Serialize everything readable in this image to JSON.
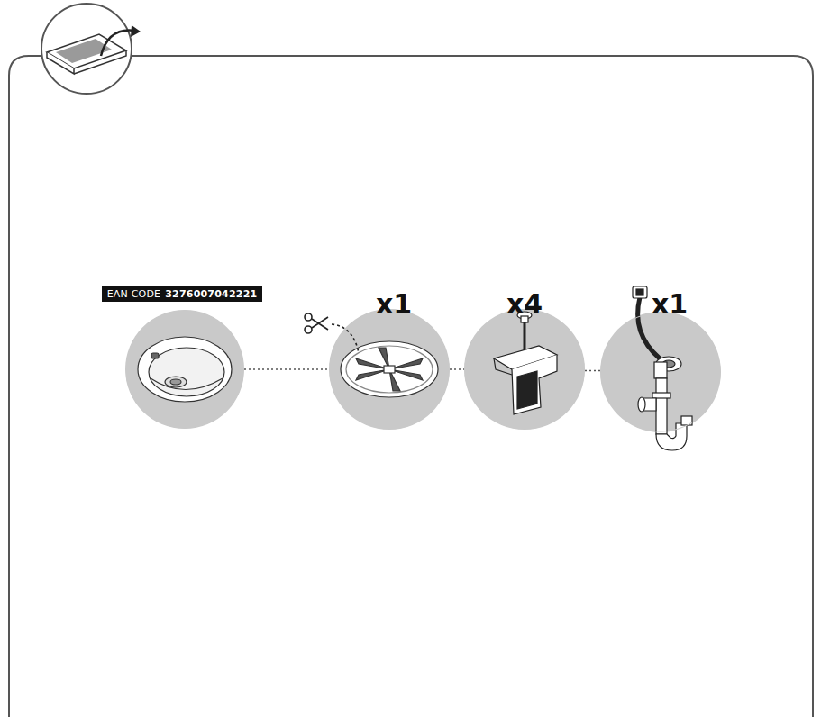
{
  "diagram": {
    "nodes": [
      {
        "text": [
          "EAN CODE",
          "3276007042221"
        ]
      },
      {
        "text": [
          "x1"
        ]
      },
      {
        "text": [
          "x4"
        ]
      },
      {
        "text": [
          "x1"
        ]
      }
    ],
    "edges": [
      {
        "from": 0,
        "to": 1,
        "arrow": "none"
      },
      {
        "from": 1,
        "to": 2,
        "arrow": "none"
      },
      {
        "from": 2,
        "to": 3,
        "arrow": "none"
      }
    ]
  }
}
